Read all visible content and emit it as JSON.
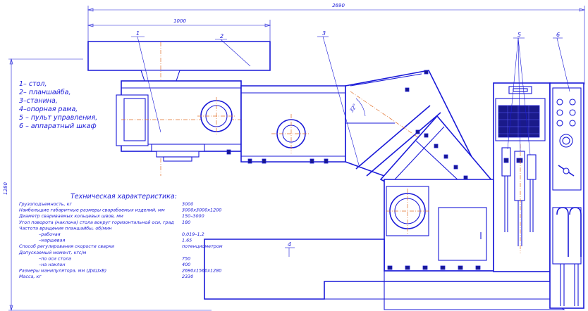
{
  "dimensions": {
    "total_length": "2690",
    "table_length": "1000",
    "height": "1280",
    "tilt_angle": "32°"
  },
  "callouts": [
    "1",
    "2",
    "3",
    "4",
    "5",
    "6"
  ],
  "legend": [
    "1– стол,",
    "2– планшайба,",
    "3–станина,",
    "4–опорная рама,",
    "5 – пульт управления,",
    "6 – аппаратный шкаф"
  ],
  "spec_title": "Техническая характеристика:",
  "specs": [
    {
      "label": "Грузоподъемность, кг",
      "value": "3000"
    },
    {
      "label": "Наибольшие габаритные размеры сварабаемых изделий, мм",
      "value": "3000х3000х1200"
    },
    {
      "label": "Диаметр свариваемых кольцевых швов, мм",
      "value": "150–3000"
    },
    {
      "label": "Угол поворота (наклона) стола вокруг горизонтальной оси, град",
      "value": "180"
    },
    {
      "label": "Частота вращения планшайбы, об/мин",
      "value": ""
    },
    {
      "label": "–рабочая",
      "value": "0,019–1,2"
    },
    {
      "label": "–маршевая",
      "value": "1,65"
    },
    {
      "label": "Способ регулирования скорости сварки",
      "value": "потенциометром"
    },
    {
      "label": "Допускаемый момент, кгс/м",
      "value": ""
    },
    {
      "label": "–по оси стола",
      "value": "750"
    },
    {
      "label": "–на наклон",
      "value": "400"
    },
    {
      "label": "Размеры манипулятора, мм (ДхШхВ)",
      "value": "2690х1560х1280"
    },
    {
      "label": "Масса, кг",
      "value": "2330"
    }
  ]
}
